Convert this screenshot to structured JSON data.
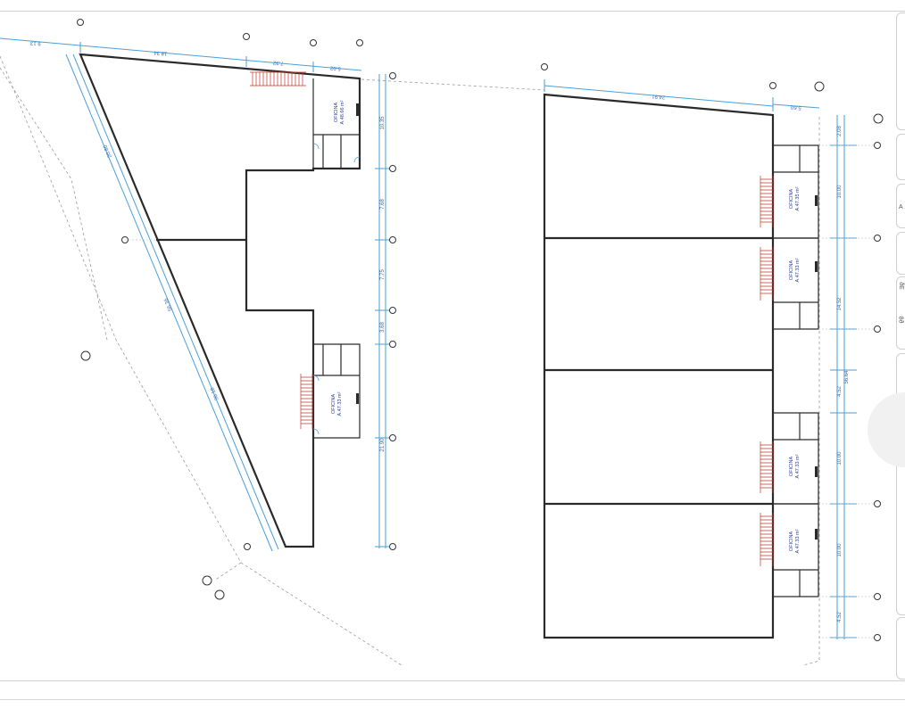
{
  "left_plan": {
    "dimensions": [
      "9.13",
      "18.34",
      "7.32",
      "5.02",
      "10.35",
      "7.68",
      "7.75",
      "3.68",
      "21.90",
      "20.80",
      "56.36",
      "36.18"
    ],
    "rooms": [
      {
        "label": "OFICINA",
        "area": "A.48.66 m²"
      },
      {
        "label": "OFICINA",
        "area": "A.47.33 m²"
      }
    ]
  },
  "right_plan": {
    "dimensions": [
      "24.91",
      "5.60",
      "2.08",
      "10.00",
      "14.52",
      "4.52",
      "10.00",
      "10.00",
      "4.52",
      "56.64"
    ],
    "rooms": [
      {
        "label": "OFICINA",
        "area": "A.47.35 m²"
      },
      {
        "label": "OFICINA",
        "area": "A.47.33 m²"
      },
      {
        "label": "OFICINA",
        "area": "A.47.33 m²"
      },
      {
        "label": "OFICINA",
        "area": "A.47.33 m²"
      }
    ]
  },
  "side_panel": {
    "glyphs": [
      "A",
      "ðE",
      "8ð"
    ]
  }
}
